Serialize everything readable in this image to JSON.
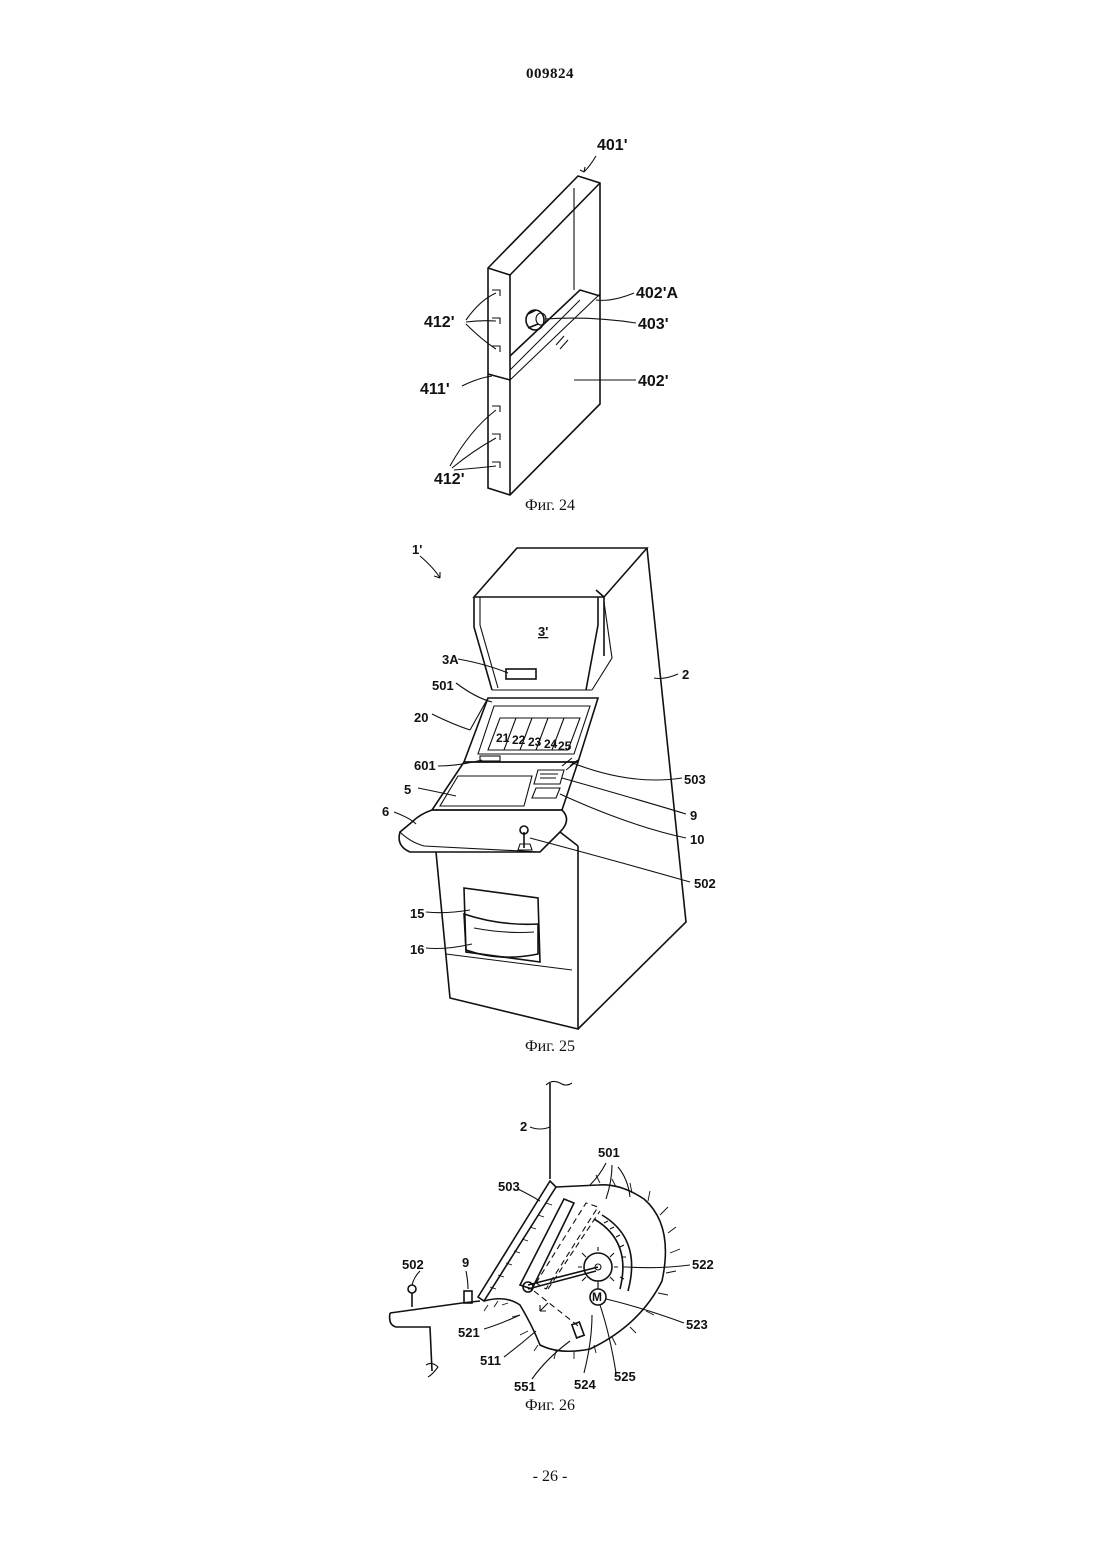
{
  "header": {
    "doc_number": "009824"
  },
  "figures": [
    {
      "caption": "Фиг. 24",
      "labels": {
        "frame": "401'",
        "inner_upper": "402'A",
        "knob": "403'",
        "inner_lower": "402'",
        "hinge_top": "412'",
        "divider": "411'",
        "hinge_bottom": "412'"
      }
    },
    {
      "caption": "Фиг. 25",
      "labels": {
        "machine": "1'",
        "top_display": "3'",
        "slot": "3A",
        "panel": "501",
        "cabinet_front": "20",
        "cabinet": "2",
        "lower_display": "601",
        "glass": "503",
        "control_panel": "5",
        "button": "9",
        "table": "6",
        "card_slot": "10",
        "lever": "502",
        "tray_upper": "15",
        "tray_lower": "16",
        "reel_1": "21",
        "reel_2": "22",
        "reel_3": "23",
        "reel_4": "24",
        "reel_5": "25"
      }
    },
    {
      "caption": "Фиг. 26",
      "labels": {
        "cabinet": "2",
        "panel": "501",
        "glass": "503",
        "lever": "502",
        "button": "9",
        "arc": "522",
        "base": "521",
        "motor_gear": "523",
        "link": "511",
        "frame": "551",
        "pinion": "524",
        "motor": "525",
        "motor_symbol": "M"
      }
    }
  ],
  "footer": {
    "page_number": "- 26 -"
  }
}
